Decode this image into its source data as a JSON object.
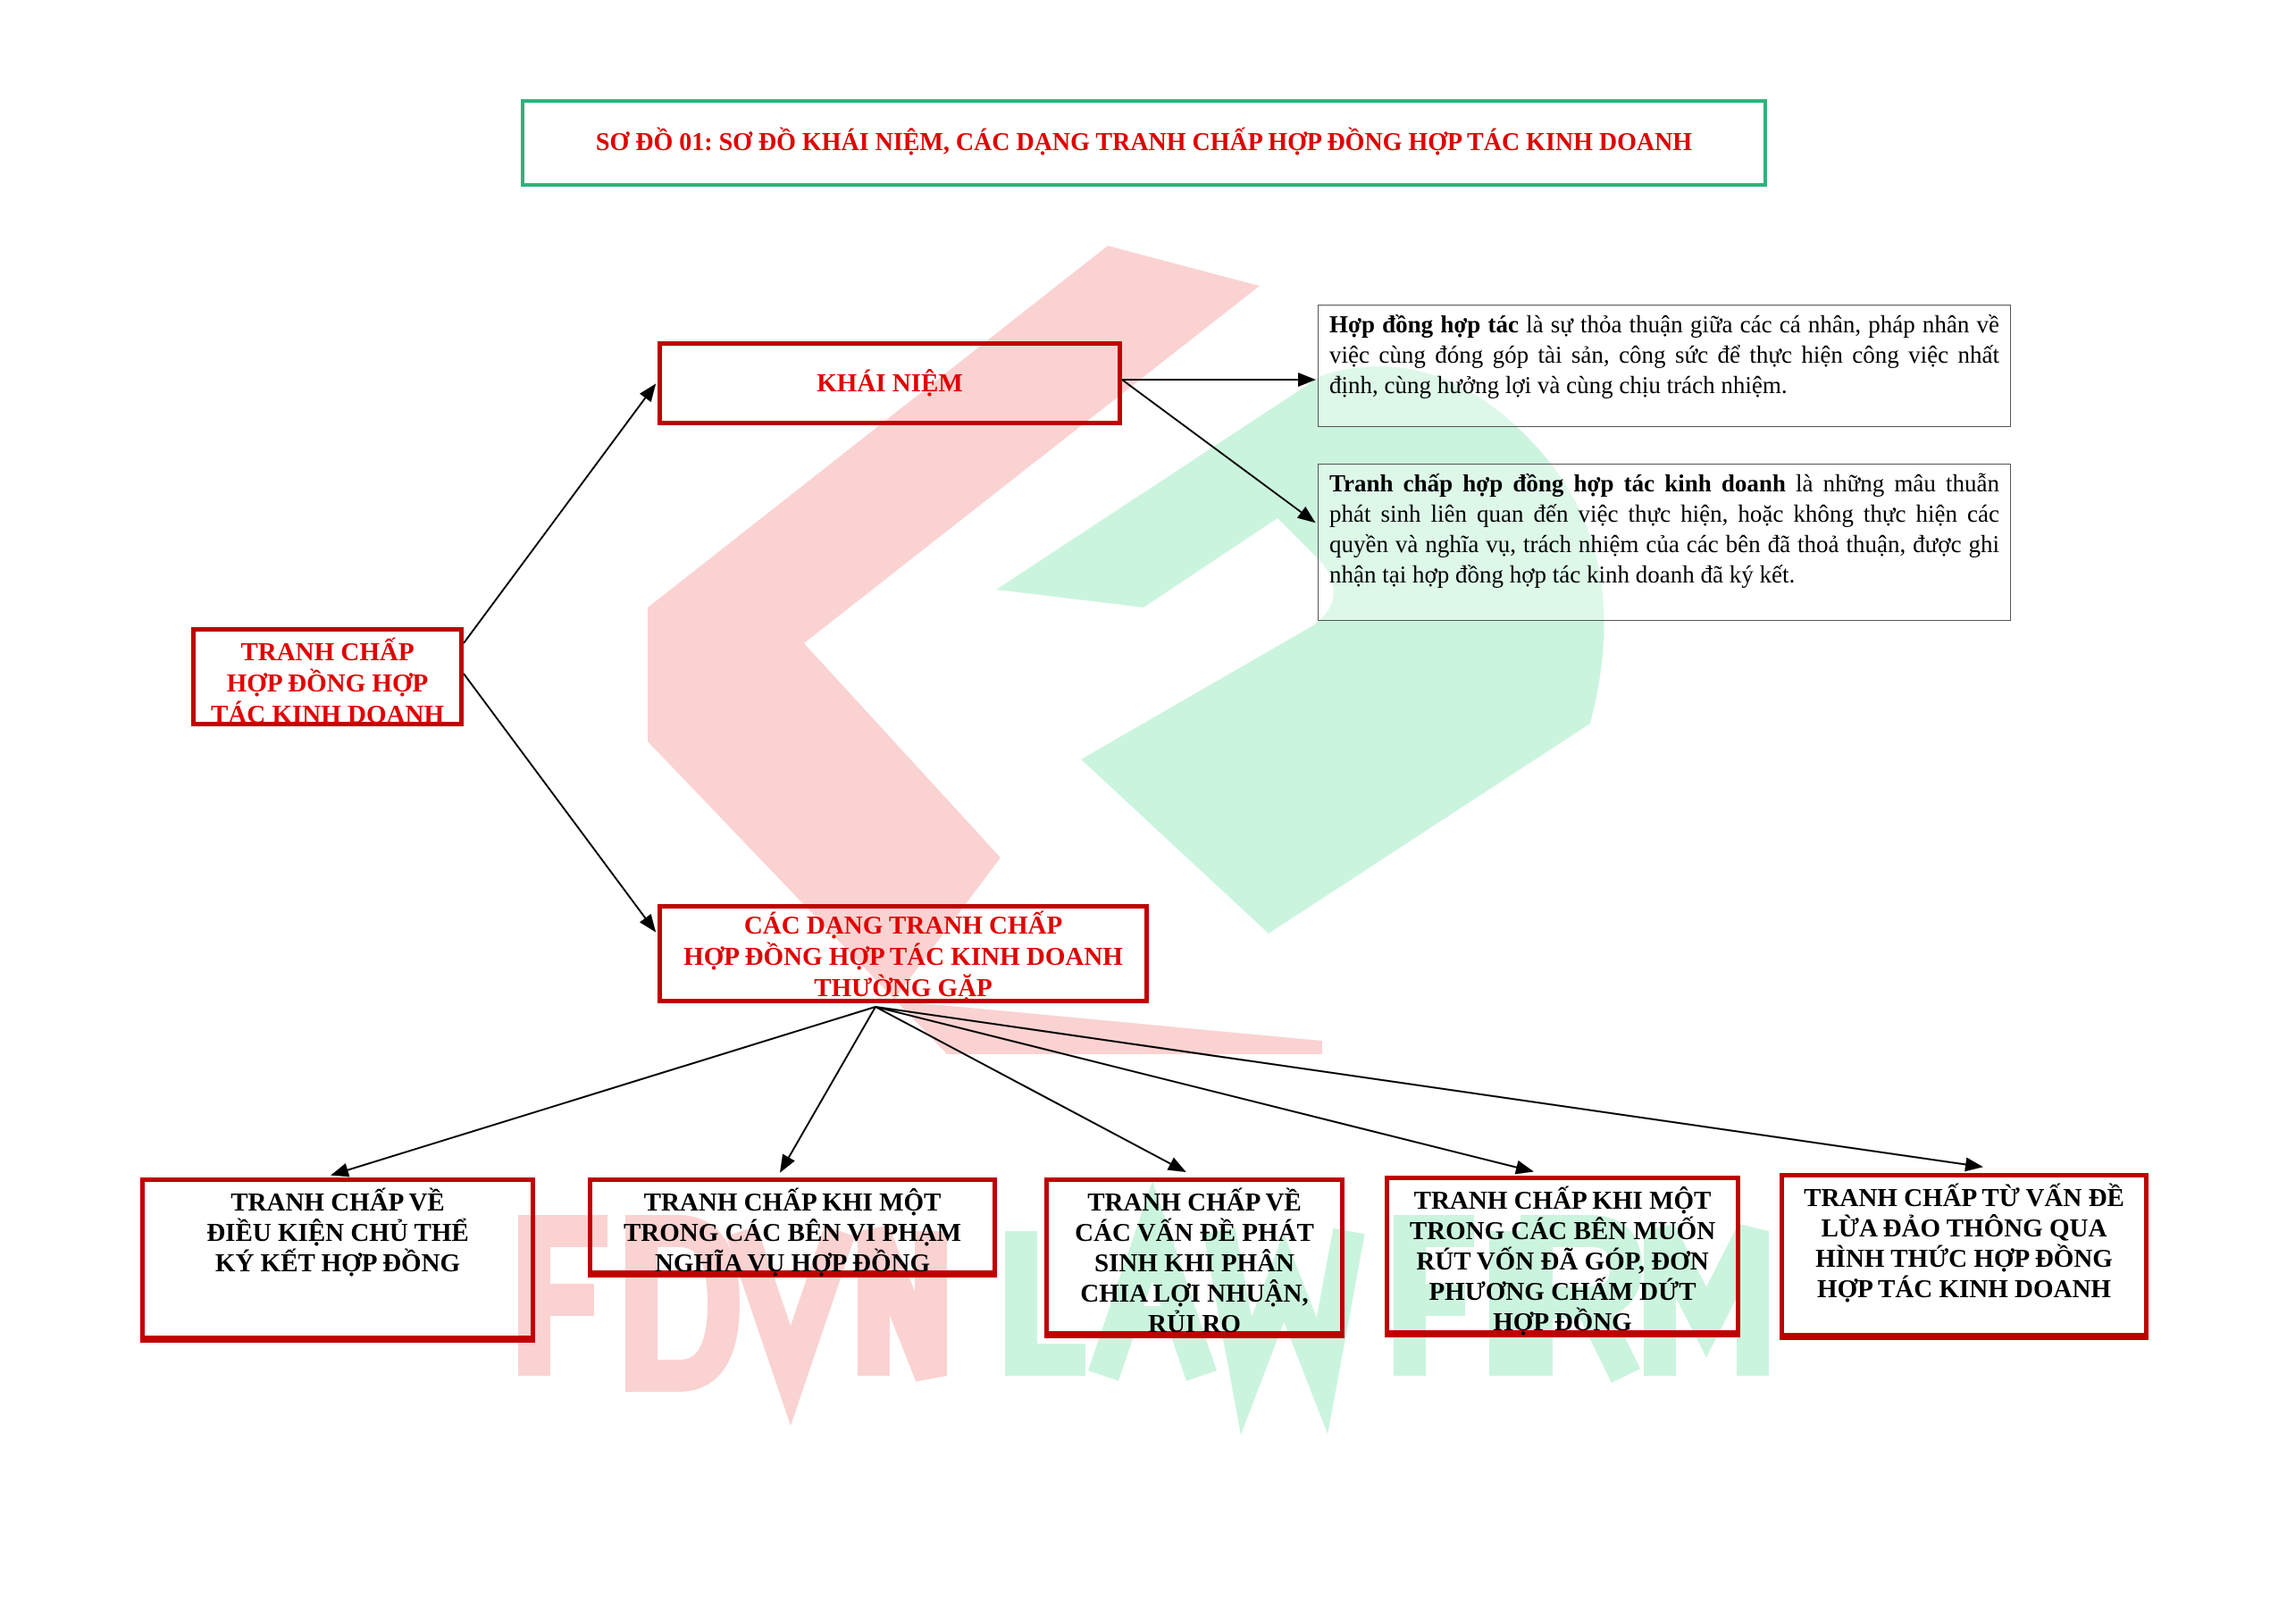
{
  "title": "SƠ ĐỒ 01:  SƠ ĐỒ KHÁI NIỆM, CÁC DẠNG TRANH CHẤP HỢP ĐỒNG HỢP TÁC KINH DOANH",
  "root": [
    "TRANH CHẤP",
    "HỢP ĐỒNG HỢP",
    "TÁC KINH DOANH"
  ],
  "concept": "KHÁI NIỆM",
  "types": [
    "CÁC DẠNG TRANH CHẤP",
    "HỢP ĐỒNG HỢP TÁC KINH DOANH",
    "THƯỜNG GẶP"
  ],
  "definitions": [
    {
      "term": "Hợp đồng hợp tác",
      "text": " là sự thỏa thuận giữa các cá nhân, pháp nhân về việc cùng đóng góp tài sản, công sức để thực hiện công việc nhất định, cùng hưởng lợi và cùng chịu trách nhiệm."
    },
    {
      "term": "Tranh chấp hợp đồng hợp tác kinh doanh",
      "text": " là những mâu thuẫn phát sinh liên quan đến việc thực hiện, hoặc không thực hiện các quyền và nghĩa vụ, trách nhiệm của các bên đã thoả thuận, được ghi nhận tại hợp đồng hợp tác kinh doanh đã ký kết."
    }
  ],
  "dispute_types": [
    [
      "TRANH CHẤP VỀ",
      "ĐIỀU KIỆN CHỦ THỂ",
      "KÝ KẾT HỢP ĐỒNG"
    ],
    [
      "TRANH CHẤP KHI MỘT",
      "TRONG CÁC BÊN VI PHẠM",
      "NGHĨA VỤ HỢP ĐỒNG"
    ],
    [
      "TRANH CHẤP VỀ",
      "CÁC VẤN ĐỀ PHÁT",
      "SINH KHI PHÂN",
      "CHIA LỢI NHUẬN,",
      "RỦI RO"
    ],
    [
      "TRANH CHẤP KHI MỘT",
      "TRONG CÁC BÊN MUỐN",
      "RÚT VỐN ĐÃ GÓP, ĐƠN",
      "PHƯƠNG CHẤM DỨT",
      "HỢP ĐỒNG"
    ],
    [
      "TRANH CHẤP TỪ VẤN ĐỀ",
      "LỪA ĐẢO THÔNG QUA",
      "HÌNH THỨC HỢP ĐỒNG",
      "HỢP TÁC KINH DOANH"
    ]
  ],
  "watermark": {
    "part1": "FDVN",
    "part2": "LAW FIRM",
    "pink": "#f9c9c9",
    "green": "#c6f3dc"
  },
  "colors": {
    "red": "#e00000",
    "border_red": "#c00000",
    "title_border": "#2fb37a"
  }
}
